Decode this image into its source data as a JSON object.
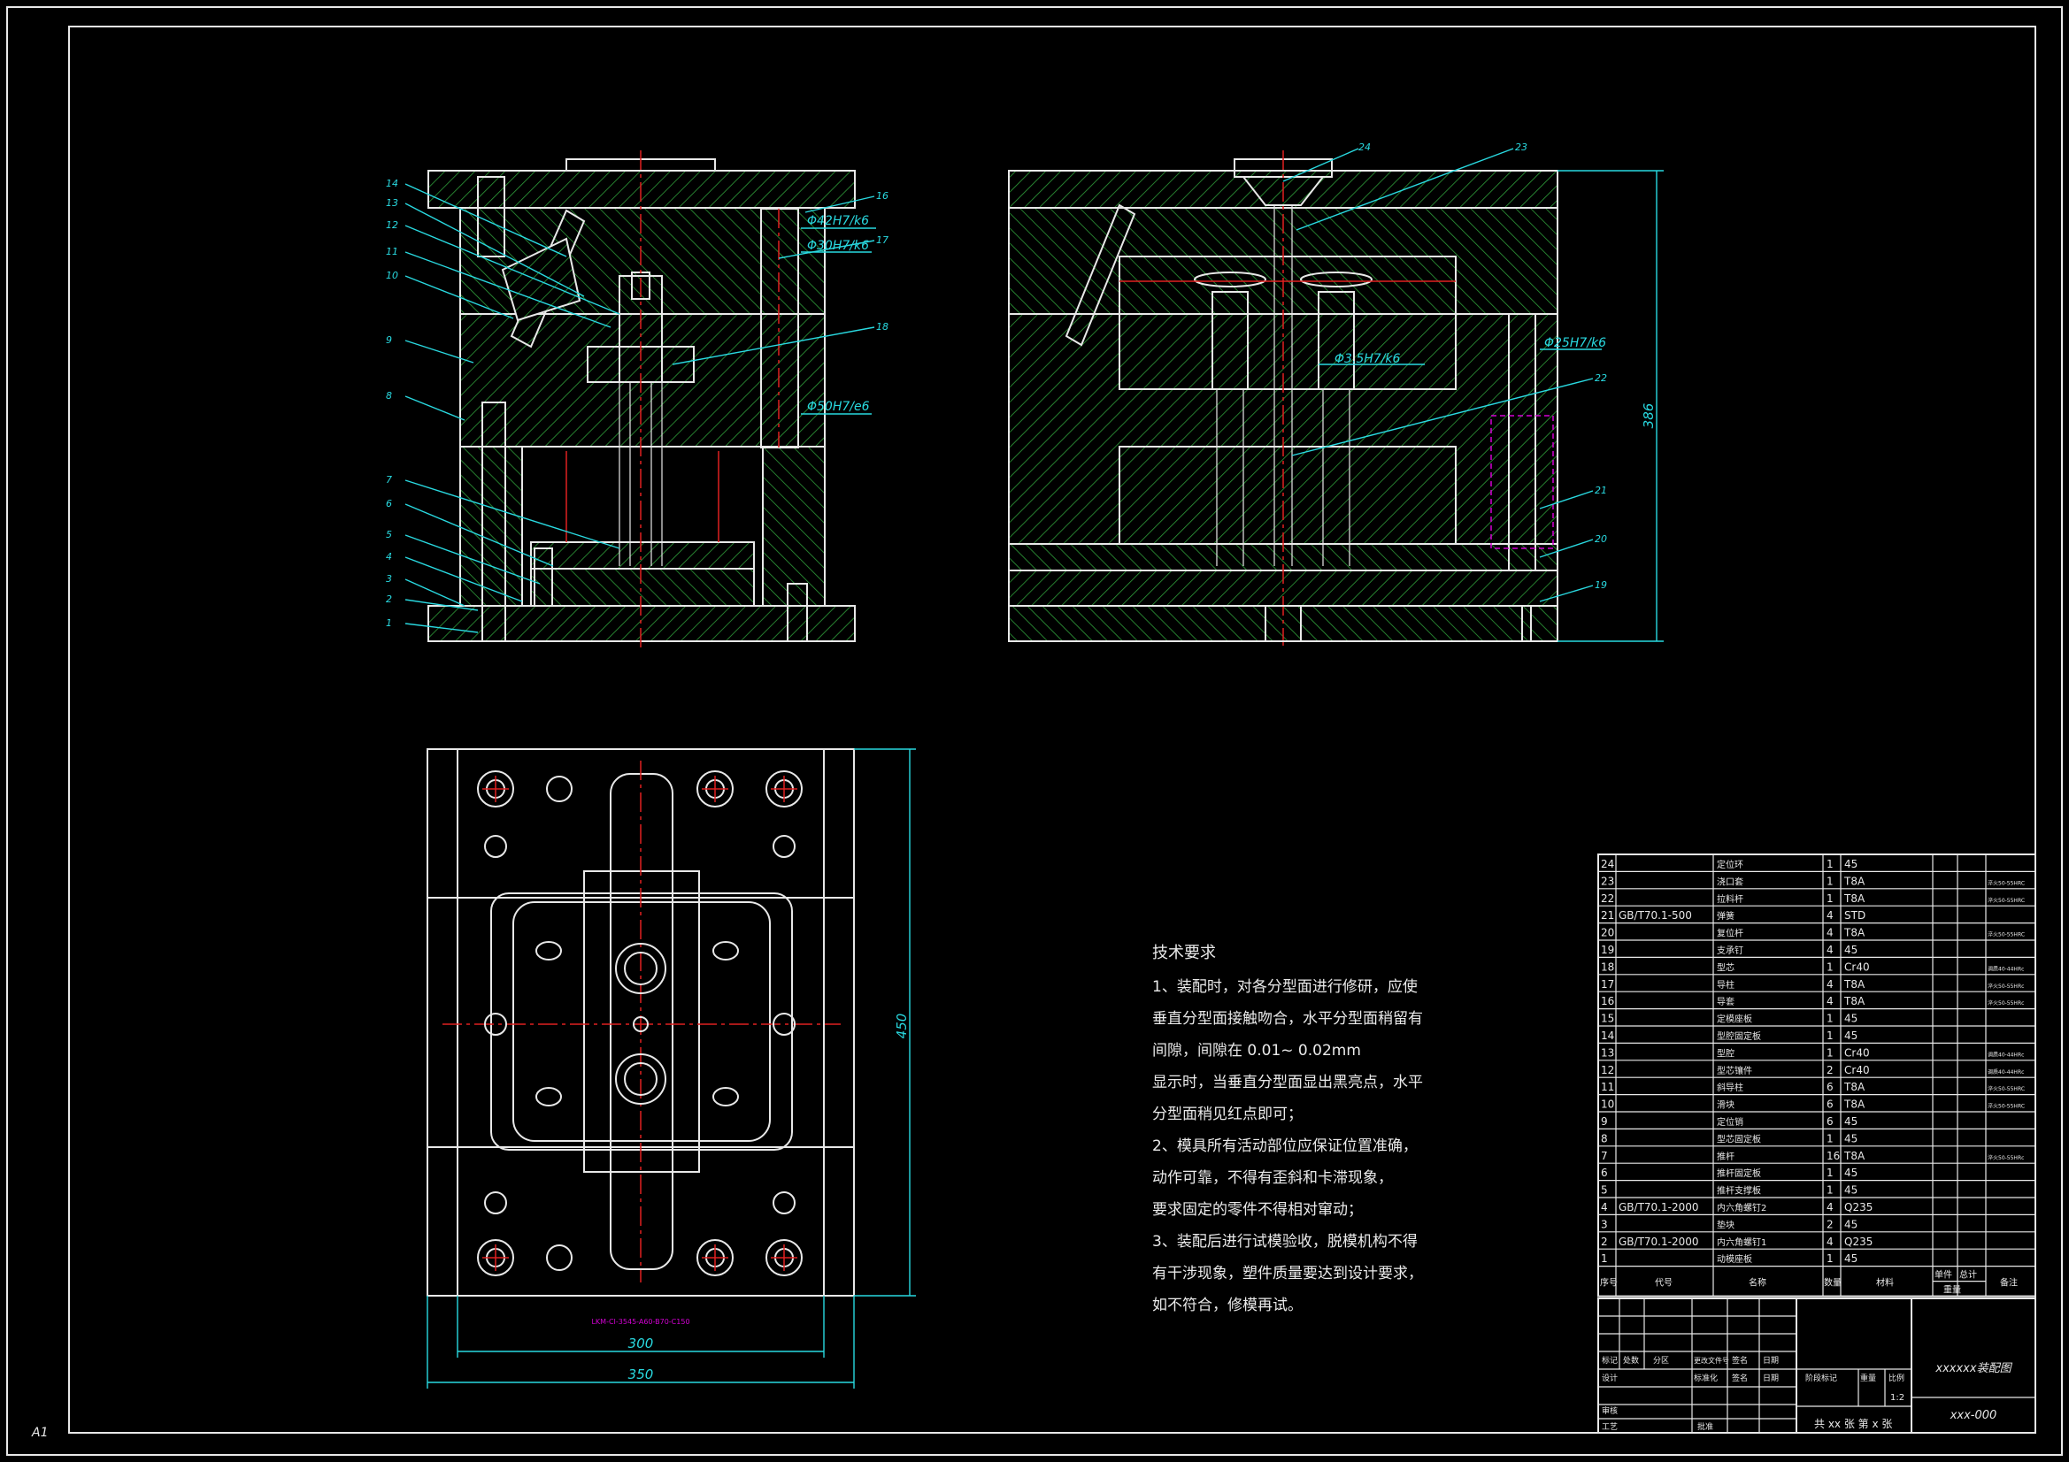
{
  "sheet": {
    "size_mark": "A1"
  },
  "dimensions": {
    "fit1": "Φ42H7/k6",
    "fit2": "Φ30H7/k6",
    "fit3": "Φ50H7/e6",
    "fit4": "Φ25H7/k6",
    "fit5": "Φ3.5H7/k6",
    "height": "386",
    "plan_height": "450",
    "plan_width_inner": "300",
    "plan_width_outer": "350",
    "base_label": "LKM-CI-3545-A60-B70-C150"
  },
  "balloons_left": [
    "14",
    "13",
    "12",
    "11",
    "10",
    "9",
    "8",
    "7",
    "6",
    "5",
    "4",
    "3",
    "2",
    "1",
    "16",
    "17",
    "18"
  ],
  "balloons_right": [
    "24",
    "23",
    "22",
    "21",
    "20",
    "19"
  ],
  "tech": {
    "title": "技术要求",
    "lines": [
      "1、装配时，对各分型面进行修研，应使",
      "垂直分型面接触吻合，水平分型面稍留有",
      "间隙，间隙在  0.01~  0.02mm",
      "显示时，当垂直分型面显出黑亮点，水平",
      "分型面稍见红点即可；",
      "2、模具所有活动部位应保证位置准确，",
      "动作可靠，不得有歪斜和卡滞现象，",
      "要求固定的零件不得相对窜动；",
      "3、装配后进行试模验收，脱模机构不得",
      "有干涉现象，塑件质量要达到设计要求，",
      "如不符合，修模再试。"
    ]
  },
  "bom": {
    "rows": [
      {
        "no": "24",
        "code": "",
        "name": "定位环",
        "qty": "1",
        "mat": "45",
        "note": ""
      },
      {
        "no": "23",
        "code": "",
        "name": "浇口套",
        "qty": "1",
        "mat": "T8A",
        "note": "淬火50-55HRC"
      },
      {
        "no": "22",
        "code": "",
        "name": "拉料杆",
        "qty": "1",
        "mat": "T8A",
        "note": "淬火50-55HRC"
      },
      {
        "no": "21",
        "code": "GB/T70.1-500",
        "name": "弹簧",
        "qty": "4",
        "mat": "STD",
        "note": ""
      },
      {
        "no": "20",
        "code": "",
        "name": "复位杆",
        "qty": "4",
        "mat": "T8A",
        "note": "淬火50-55HRC"
      },
      {
        "no": "19",
        "code": "",
        "name": "支承钉",
        "qty": "4",
        "mat": "45",
        "note": ""
      },
      {
        "no": "18",
        "code": "",
        "name": "型芯",
        "qty": "1",
        "mat": "Cr40",
        "note": "调质40-44HRc"
      },
      {
        "no": "17",
        "code": "",
        "name": "导柱",
        "qty": "4",
        "mat": "T8A",
        "note": "淬火50-55HRc"
      },
      {
        "no": "16",
        "code": "",
        "name": "导套",
        "qty": "4",
        "mat": "T8A",
        "note": "淬火50-55HRc"
      },
      {
        "no": "15",
        "code": "",
        "name": "定模座板",
        "qty": "1",
        "mat": "45",
        "note": ""
      },
      {
        "no": "14",
        "code": "",
        "name": "型腔固定板",
        "qty": "1",
        "mat": "45",
        "note": ""
      },
      {
        "no": "13",
        "code": "",
        "name": "型腔",
        "qty": "1",
        "mat": "Cr40",
        "note": "调质40-44HRc"
      },
      {
        "no": "12",
        "code": "",
        "name": "型芯镶件",
        "qty": "2",
        "mat": "Cr40",
        "note": "调质40-44HRc"
      },
      {
        "no": "11",
        "code": "",
        "name": "斜导柱",
        "qty": "6",
        "mat": "T8A",
        "note": "淬火50-55HRC"
      },
      {
        "no": "10",
        "code": "",
        "name": "滑块",
        "qty": "6",
        "mat": "T8A",
        "note": "淬火50-55HRC"
      },
      {
        "no": "9",
        "code": "",
        "name": "定位销",
        "qty": "6",
        "mat": "45",
        "note": ""
      },
      {
        "no": "8",
        "code": "",
        "name": "型芯固定板",
        "qty": "1",
        "mat": "45",
        "note": ""
      },
      {
        "no": "7",
        "code": "",
        "name": "推杆",
        "qty": "16",
        "mat": "T8A",
        "note": "淬火50-55HRc"
      },
      {
        "no": "6",
        "code": "",
        "name": "推杆固定板",
        "qty": "1",
        "mat": "45",
        "note": ""
      },
      {
        "no": "5",
        "code": "",
        "name": "推杆支撑板",
        "qty": "1",
        "mat": "45",
        "note": ""
      },
      {
        "no": "4",
        "code": "GB/T70.1-2000",
        "name": "内六角螺钉2",
        "qty": "4",
        "mat": "Q235",
        "note": ""
      },
      {
        "no": "3",
        "code": "",
        "name": "垫块",
        "qty": "2",
        "mat": "45",
        "note": ""
      },
      {
        "no": "2",
        "code": "GB/T70.1-2000",
        "name": "内六角螺钉1",
        "qty": "4",
        "mat": "Q235",
        "note": ""
      },
      {
        "no": "1",
        "code": "",
        "name": "动模座板",
        "qty": "1",
        "mat": "45",
        "note": ""
      }
    ],
    "headers": {
      "no": "序号",
      "code": "代号",
      "name": "名称",
      "qty": "数量",
      "mat": "材料",
      "single": "单件",
      "total": "总计",
      "weight": "重量",
      "note": "备注"
    }
  },
  "title_block": {
    "drawing_name": "xxxxxx装配图",
    "drawing_no": "xxx-000",
    "scale": "1:2",
    "sheets": "共 xx 张   第 x 张",
    "labels": {
      "mark": "标记",
      "count": "处数",
      "zone": "分区",
      "change_doc": "更改文件号",
      "sign": "签名",
      "date": "日期",
      "design": "设计",
      "std": "标准化",
      "stage": "阶段标记",
      "weight": "重量",
      "ratio": "比例",
      "review": "审核",
      "process": "工艺",
      "approve": "批准"
    }
  }
}
